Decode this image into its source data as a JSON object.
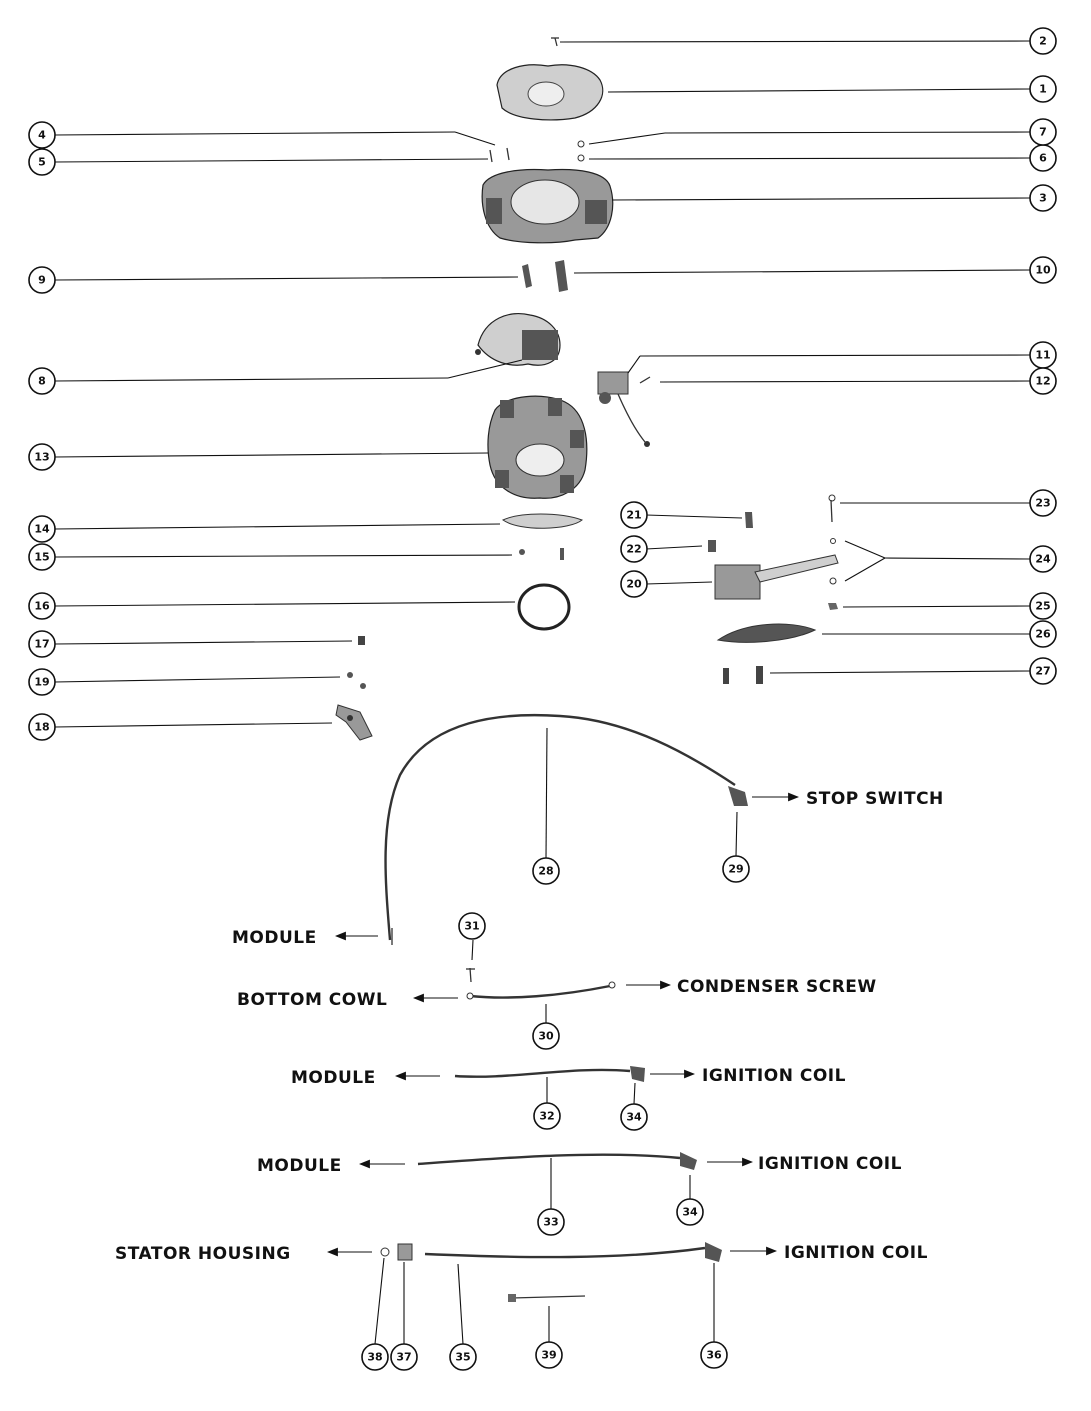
{
  "callouts": {
    "n1": "1",
    "n2": "2",
    "n3": "3",
    "n4": "4",
    "n5": "5",
    "n6": "6",
    "n7": "7",
    "n8": "8",
    "n9": "9",
    "n10": "10",
    "n11": "11",
    "n12": "12",
    "n13": "13",
    "n14": "14",
    "n15": "15",
    "n16": "16",
    "n17": "17",
    "n18": "18",
    "n19": "19",
    "n20": "20",
    "n21": "21",
    "n22": "22",
    "n23": "23",
    "n24": "24",
    "n25": "25",
    "n26": "26",
    "n27": "27",
    "n28": "28",
    "n29": "29",
    "n30": "30",
    "n31": "31",
    "n32": "32",
    "n33": "33",
    "n34a": "34",
    "n34b": "34",
    "n35": "35",
    "n36": "36",
    "n37": "37",
    "n38": "38",
    "n39": "39"
  },
  "labels": {
    "stop_switch": "STOP SWITCH",
    "module_1": "MODULE",
    "bottom_cowl": "BOTTOM COWL",
    "condenser_screw": "CONDENSER SCREW",
    "module_2": "MODULE",
    "ignition_coil_1": "IGNITION COIL",
    "module_3": "MODULE",
    "ignition_coil_2": "IGNITION COIL",
    "stator_housing": "STATOR HOUSING",
    "ignition_coil_3": "IGNITION COIL"
  }
}
